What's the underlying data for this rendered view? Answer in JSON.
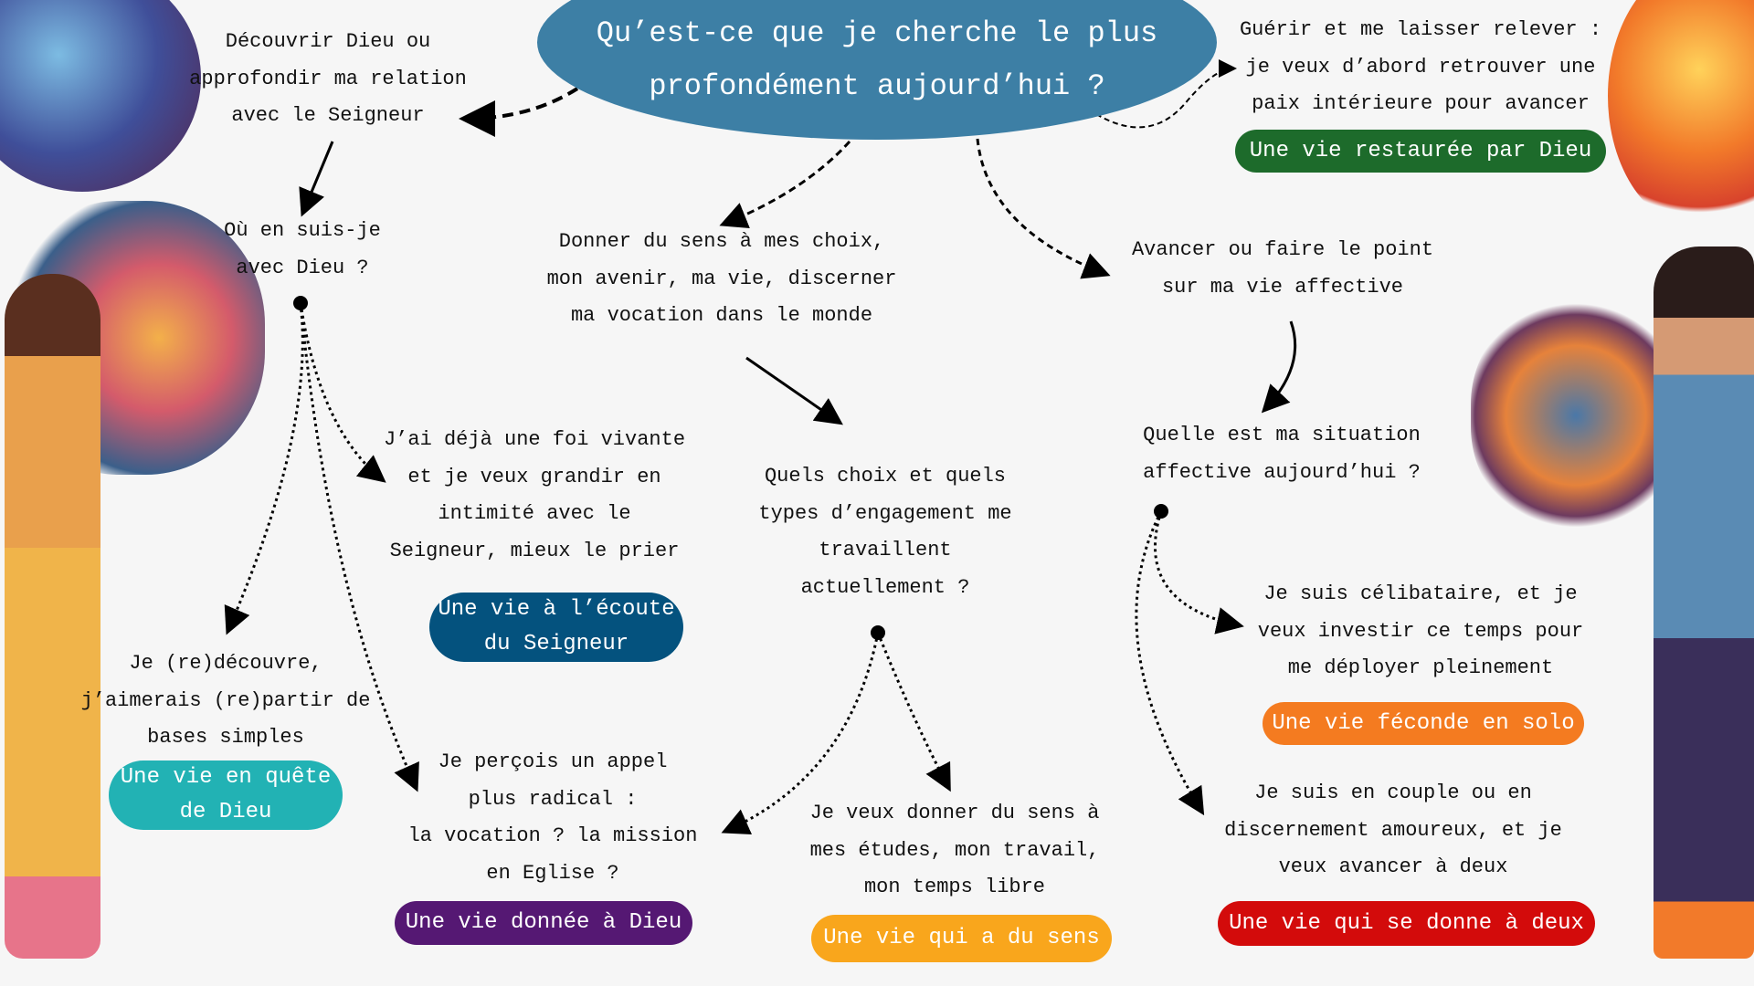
{
  "title": [
    "Qu’est-ce que je cherche le plus",
    "profondément aujourd’hui ?"
  ],
  "branches": {
    "decouvrir": {
      "text": [
        "Découvrir Dieu ou",
        "approfondir ma relation",
        "avec le Seigneur"
      ],
      "question": [
        "Où en suis-je",
        "avec Dieu ?"
      ],
      "options": [
        {
          "text": [
            "Je (re)découvre,",
            "j’aimerais (re)partir de",
            "bases simples"
          ],
          "pill": [
            "Une vie en quête",
            "de Dieu"
          ],
          "color": "#22b2b4"
        },
        {
          "text": [
            "J’ai déjà une foi vivante",
            "et je veux grandir en",
            "intimité avec le",
            "Seigneur, mieux le prier"
          ],
          "pill": [
            "Une vie à l’écoute",
            "du Seigneur"
          ],
          "color": "#04527e"
        },
        {
          "text": [
            "Je perçois  un appel",
            "plus radical :",
            "la vocation ? la mission",
            "en Eglise ?"
          ],
          "pill": [
            "Une vie donnée à Dieu"
          ],
          "color": "#551873"
        }
      ]
    },
    "sens": {
      "text": [
        "Donner du sens à mes choix,",
        "mon avenir, ma vie, discerner",
        "ma vocation dans le monde"
      ],
      "question": [
        "Quels choix et quels",
        "types d’engagement me",
        "travaillent",
        "actuellement ?"
      ],
      "options": [
        {
          "text": [
            "Je veux donner du sens à",
            "mes études, mon travail,",
            "mon temps libre"
          ],
          "pill": [
            "Une vie qui a du sens"
          ],
          "color": "#f9a61c"
        }
      ]
    },
    "guerir": {
      "text": [
        "Guérir et me laisser relever :",
        "je veux d’abord retrouver une",
        "paix intérieure pour avancer"
      ],
      "pill": [
        "Une vie restaurée par Dieu"
      ],
      "color": "#1d6b2b"
    },
    "affective": {
      "text": [
        "Avancer ou faire le point",
        "sur ma vie affective"
      ],
      "question": [
        "Quelle est ma situation",
        "affective aujourd’hui ?"
      ],
      "options": [
        {
          "text": [
            "Je suis célibataire, et je",
            "veux investir ce temps pour",
            "me déployer pleinement"
          ],
          "pill": [
            "Une vie féconde en solo"
          ],
          "color": "#f47b20"
        },
        {
          "text": [
            "Je suis en couple ou en",
            "discernement amoureux, et je",
            "veux avancer à deux"
          ],
          "pill": [
            "Une vie qui se donne à deux"
          ],
          "color": "#d30b0b"
        }
      ]
    }
  }
}
